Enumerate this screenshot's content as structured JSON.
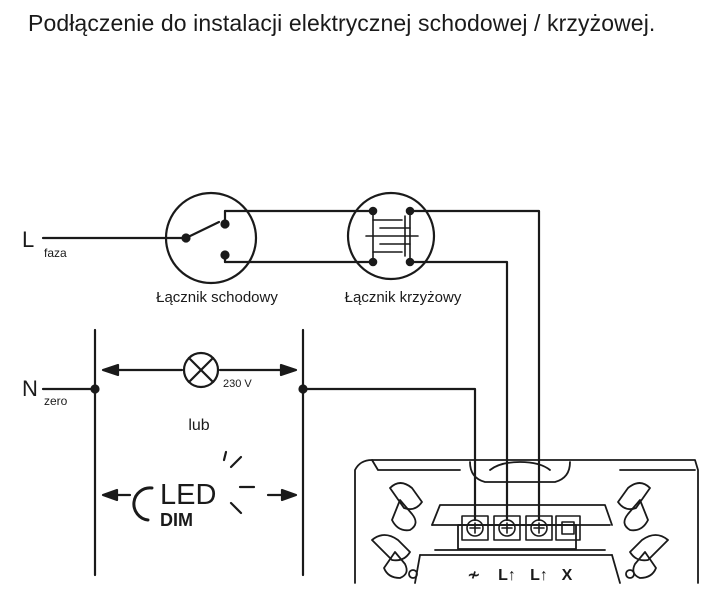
{
  "title": "Podłączenie do instalacji elektrycznej schodowej / krzyżowej.",
  "labels": {
    "l_main": "L",
    "l_sub": "faza",
    "n_main": "N",
    "n_sub": "zero",
    "stair_switch": "Łącznik schodowy",
    "cross_switch": "Łącznik krzyżowy",
    "voltage": "230 V",
    "or": "lub",
    "led": "LED",
    "dim": "DIM",
    "term_dimmer": "≁",
    "term_l1": "L↑",
    "term_l2": "L↑",
    "term_x": "X"
  },
  "colors": {
    "line": "#1a1a1a",
    "background": "#ffffff"
  },
  "icons": {
    "lamp": "lamp-icon",
    "stair_switch": "stair-switch-icon",
    "cross_switch": "cross-switch-icon",
    "led_dim": "led-dim-icon",
    "terminal": "screw-terminal-icon"
  }
}
